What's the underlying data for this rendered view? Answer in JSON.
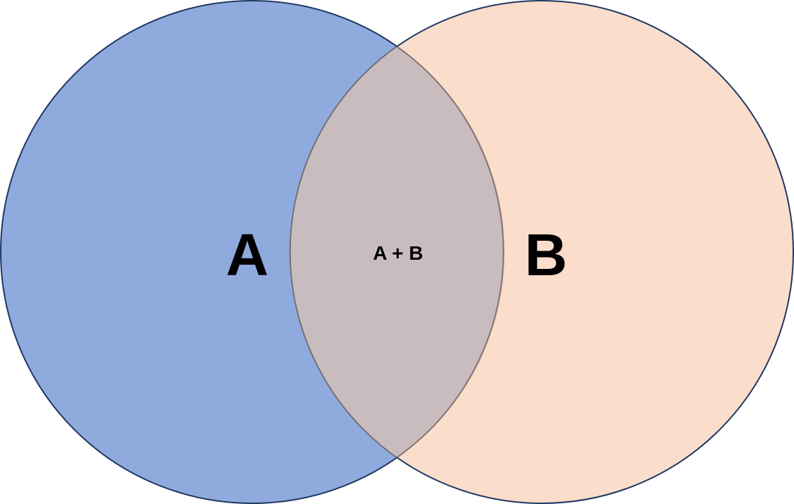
{
  "diagram": {
    "type": "venn",
    "sets": [
      {
        "id": "A",
        "label": "A",
        "fill": "#8faadc",
        "stroke": "#1f3864"
      },
      {
        "id": "B",
        "label": "B",
        "fill": "#f8cbad",
        "stroke": "#1f3864",
        "fill_opacity": 0.65
      }
    ],
    "intersection": {
      "label": "A + B",
      "fill": "#c9bcbf",
      "stroke": "#7f6f6f"
    }
  }
}
